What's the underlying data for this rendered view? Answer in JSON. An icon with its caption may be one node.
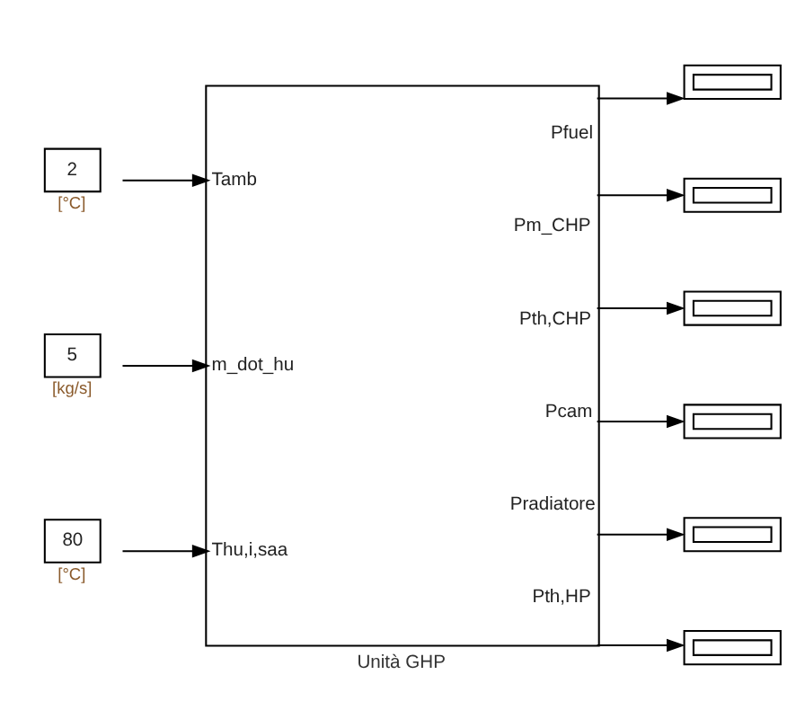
{
  "diagram": {
    "nodes": [
      {
        "text": [
          "2"
        ],
        "beside": [
          "[°C]"
        ]
      },
      {
        "text": [
          "5"
        ],
        "beside": [
          "[kg/s]"
        ]
      },
      {
        "text": [
          "80"
        ],
        "beside": [
          "[°C]"
        ]
      },
      {
        "text": [
          "Unità GHP",
          "Tamb",
          "m_dot_hu",
          "Thu,i,saa",
          "Pfuel",
          "Pm_CHP",
          "Pth,CHP",
          "Pcam",
          "Pradiatore",
          "Pth,HP"
        ]
      },
      {
        "text": [],
        "shape": "box"
      },
      {
        "text": [],
        "shape": "box"
      },
      {
        "text": [],
        "shape": "box"
      },
      {
        "text": [],
        "shape": "box"
      },
      {
        "text": [],
        "shape": "box"
      },
      {
        "text": [],
        "shape": "box"
      }
    ],
    "edges": [
      {
        "from": 0,
        "to": 3,
        "arrow": "to"
      },
      {
        "from": 1,
        "to": 3,
        "arrow": "to"
      },
      {
        "from": 2,
        "to": 3,
        "arrow": "to"
      },
      {
        "from": 3,
        "to": 4,
        "arrow": "to"
      },
      {
        "from": 3,
        "to": 5,
        "arrow": "to"
      },
      {
        "from": 3,
        "to": 6,
        "arrow": "to"
      },
      {
        "from": 3,
        "to": 7,
        "arrow": "to"
      },
      {
        "from": 3,
        "to": 8,
        "arrow": "to"
      },
      {
        "from": 3,
        "to": 9,
        "arrow": "to"
      }
    ]
  }
}
